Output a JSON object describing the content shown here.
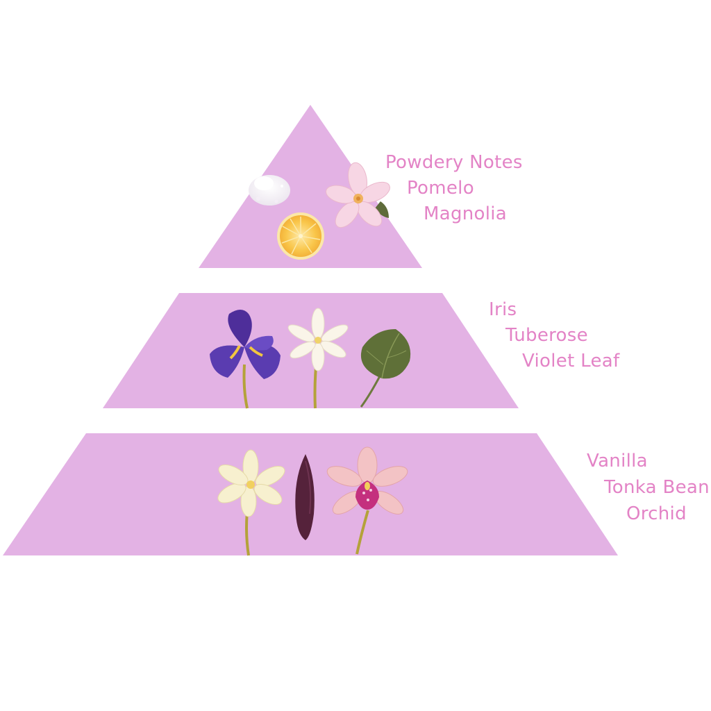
{
  "colors": {
    "background": "#ffffff",
    "tier_fill": "#e3b2e4",
    "label_text": "#e383c6"
  },
  "tiers": [
    {
      "labels": [
        "Powdery Notes",
        "Pomelo",
        "Magnolia"
      ],
      "icons": [
        "powder-pile-icon",
        "pomelo-slice-icon",
        "magnolia-flower-icon"
      ]
    },
    {
      "labels": [
        "Iris",
        "Tuberose",
        "Violet Leaf"
      ],
      "icons": [
        "iris-flower-icon",
        "tuberose-flower-icon",
        "violet-leaf-icon"
      ]
    },
    {
      "labels": [
        "Vanilla",
        "Tonka Bean",
        "Orchid"
      ],
      "icons": [
        "vanilla-flower-icon",
        "tonka-bean-icon",
        "orchid-flower-icon"
      ]
    }
  ]
}
